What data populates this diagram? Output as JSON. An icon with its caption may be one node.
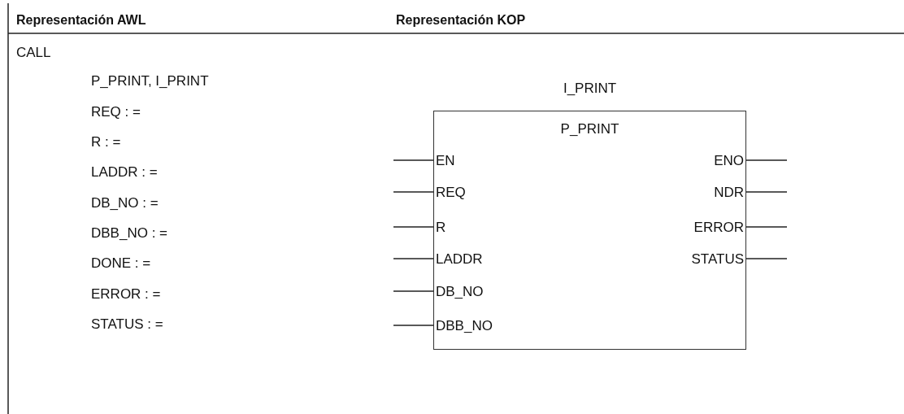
{
  "diagram": {
    "nodes": [
      {
        "text": [
          "I_PRINT",
          "P_PRINT",
          "EN",
          "ENO",
          "REQ",
          "NDR",
          "R",
          "ERROR",
          "LADDR",
          "STATUS",
          "DB_NO",
          "DBB_NO"
        ]
      }
    ],
    "labels": [
      "Representación AWL",
      "Representación KOP",
      "CALL",
      "P_PRINT, I_PRINT",
      "REQ : =",
      "R : =",
      "LADDR : =",
      "DB_NO : =",
      "DBB_NO : =",
      "DONE : =",
      "ERROR : =",
      "STATUS : ="
    ]
  }
}
